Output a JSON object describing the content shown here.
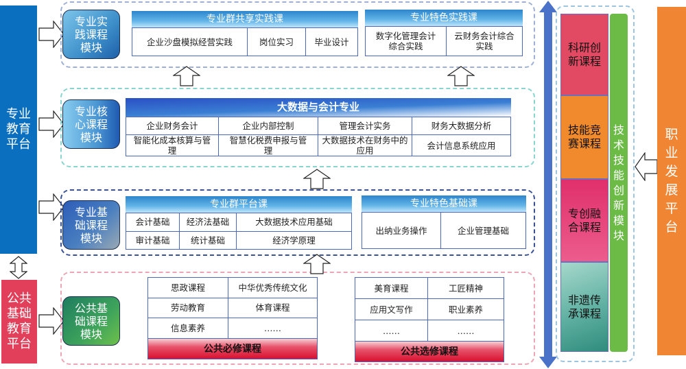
{
  "left_platforms": {
    "professional": "专业教育平台",
    "public": "公共基础教育平台"
  },
  "modules": {
    "practice": "专业实践课程模块",
    "core": "专业核心课程模块",
    "foundation": "专业基础课程模块",
    "public": "公共基础课程模块"
  },
  "practice_layer": {
    "shared": {
      "title": "专业群共享实践课",
      "items": [
        "企业沙盘模拟经营实践",
        "岗位实习",
        "毕业设计"
      ]
    },
    "special": {
      "title": "专业特色实践课",
      "items": [
        "数字化管理会计综合实践",
        "云财务会计综合实践"
      ]
    }
  },
  "core_layer": {
    "title": "大数据与会计专业",
    "rows": [
      [
        "企业财务会计",
        "企业内部控制",
        "管理会计实务",
        "财务大数据分析"
      ],
      [
        "智能化成本核算与管理",
        "智慧化税费申报与管理",
        "大数据技术在财务中的应用",
        "会计信息系统应用"
      ]
    ]
  },
  "foundation_layer": {
    "platform": {
      "title": "专业群平台课",
      "rows": [
        [
          "会计基础",
          "经济法基础",
          "大数据技术应用基础"
        ],
        [
          "审计基础",
          "统计基础",
          "经济学原理"
        ]
      ]
    },
    "special": {
      "title": "专业特色基础课",
      "items": [
        "出纳业务操作",
        "企业管理基础"
      ]
    }
  },
  "public_layer": {
    "required": {
      "title": "公共必修课程",
      "rows": [
        [
          "思政课程",
          "中华优秀传统文化"
        ],
        [
          "劳动教育",
          "体育课程"
        ],
        [
          "信息素养",
          "……"
        ]
      ]
    },
    "elective": {
      "title": "公共选修课程",
      "rows": [
        [
          "美育课程",
          "工匠精神"
        ],
        [
          "应用文写作",
          "职业素养"
        ],
        [
          "……",
          "……"
        ]
      ]
    }
  },
  "innovation": {
    "courses": [
      "科研创新课程",
      "技能竞赛课程",
      "专创融合课程",
      "非遗传承课程"
    ],
    "module": "技术技能创新模块"
  },
  "career_platform": "职业发展平台",
  "colors": {
    "professional_platform": "#0a6fbf",
    "public_platform": "#e2405a",
    "career_platform": "#f08533",
    "tech_module": "#6dbb47",
    "big_arrow": "#4a72c8"
  }
}
